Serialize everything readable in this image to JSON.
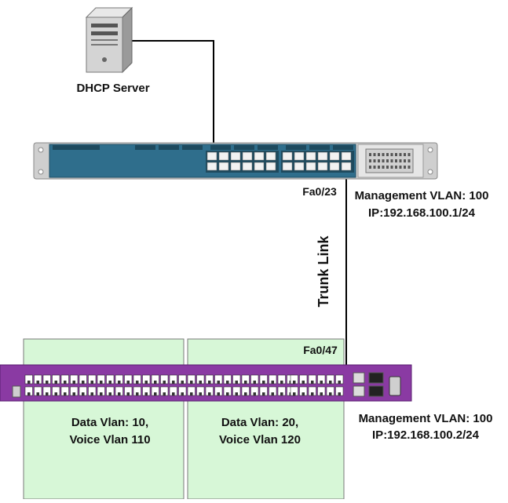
{
  "colors": {
    "zone_fill": "#d7f7d7",
    "zone_stroke": "#7a7a7a",
    "core_switch_body": "#2f6e8c",
    "core_switch_frame": "#cfcfcf",
    "access_switch_body": "#8a3aa3",
    "port": "#ffffff",
    "link": "#000000"
  },
  "labels": {
    "dhcp_server": "DHCP Server",
    "core_port": "Fa0/23",
    "core_mgmt_vlan": "Management VLAN: 100",
    "core_ip": "IP:192.168.100.1/24",
    "trunk_link": "Trunk Link",
    "access_port": "Fa0/47",
    "access_mgmt_vlan": "Management VLAN: 100",
    "access_ip": "IP:192.168.100.2/24",
    "zone1_line1": "Data Vlan: 10,",
    "zone1_line2": "Voice Vlan 110",
    "zone2_line1": "Data Vlan: 20,",
    "zone2_line2": "Voice Vlan 120"
  },
  "icons": {
    "server": "server-tower-icon",
    "core_switch": "rack-switch-icon",
    "access_switch": "access-switch-icon"
  }
}
